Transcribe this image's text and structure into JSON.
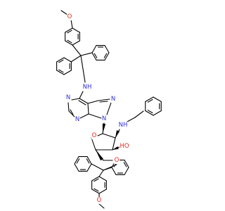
{
  "colors": {
    "bond": "#000000",
    "nitrogen": "#2f2fd6",
    "oxygen": "#e8231b",
    "background": "#ffffff"
  },
  "atom_labels": {
    "methoxy_top": "O",
    "amine_nh": "NH",
    "purine_n1": "N",
    "purine_n3": "N",
    "purine_n7": "N",
    "purine_n9": "N",
    "sugar_nh": "NH",
    "ring_o": "O",
    "hydroxyl": "HO",
    "trityl_o": "O",
    "methoxy_bottom": "O"
  }
}
